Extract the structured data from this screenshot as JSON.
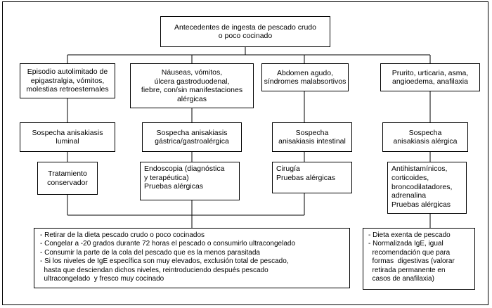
{
  "root": {
    "lines": [
      "Antecedentes de ingesta de pescado crudo",
      "o poco cocinado"
    ]
  },
  "presentations": [
    {
      "lines": [
        "Episodio autolimitado de",
        "epigastralgia, vómitos,",
        "molestias retroesternales"
      ]
    },
    {
      "lines": [
        "Náuseas, vómitos,",
        "úlcera gastroduodenal,",
        "fiebre, con/sin manifestaciones",
        "alérgicas"
      ]
    },
    {
      "lines": [
        "Abdomen agudo,",
        "síndromes malabsortivos"
      ]
    },
    {
      "lines": [
        "Prurito, urticaria, asma,",
        "angioedema, anafilaxia"
      ]
    }
  ],
  "suspicions": [
    {
      "lines": [
        "Sospecha anisakiasis",
        "luminal"
      ]
    },
    {
      "lines": [
        "Sospecha anisakiasis",
        "gástrica/gastroalérgica"
      ]
    },
    {
      "lines": [
        "Sospecha",
        "anisakiasis intestinal"
      ]
    },
    {
      "lines": [
        "Sospecha",
        "anisakiasis alérgica"
      ]
    }
  ],
  "treatments": [
    {
      "lines": [
        "Tratamiento",
        "conservador"
      ]
    },
    {
      "lines": [
        "Endoscopia (diagnóstica",
        "y terapéutica)",
        "Pruebas alérgicas"
      ]
    },
    {
      "lines": [
        "Cirugía",
        "Pruebas alérgicas"
      ]
    },
    {
      "lines": [
        "Antihistamínicos,",
        "corticoides,",
        "broncodilatadores,",
        "adrenalina",
        "Pruebas alérgicas"
      ]
    }
  ],
  "recommendations_general": {
    "items": [
      "- Retirar de la dieta pescado crudo o poco cocinados",
      "- Congelar a -20 grados durante 72 horas el pescado o consumirlo ultracongelado",
      "- Consumir la parte de la cola del pescado que es la menos parasitada",
      "- Si los niveles de IgE específica son muy elevados, exclusión total de pescado,",
      "  hasta que desciendan dichos niveles, reintroduciendo después pescado",
      "  ultracongelado  y fresco muy cocinado"
    ]
  },
  "recommendations_allergic": {
    "items": [
      "- Dieta exenta de pescado",
      "- Normalizada IgE, igual",
      "  recomendación que para",
      "  formas  digestivas (valorar",
      "  retirada permanente en",
      "  casos de anafilaxia)"
    ]
  }
}
